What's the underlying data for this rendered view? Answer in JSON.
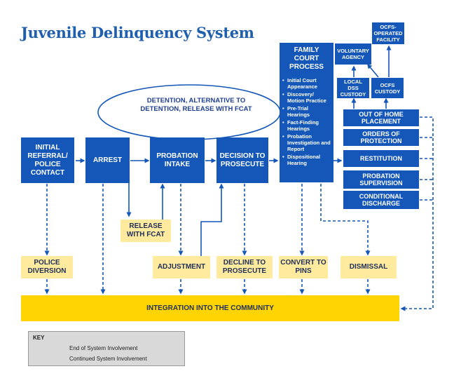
{
  "title": "Juvenile Delinquency System",
  "nodes": {
    "initial_referral": "INITIAL REFERRAL/ POLICE CONTACT",
    "arrest": "ARREST",
    "probation_intake": "PROBATION INTAKE",
    "decision": "DECISION TO PROSECUTE",
    "family_court_title": "FAMILY COURT PROCESS",
    "family_court_steps": [
      "Initial Court Appearance",
      "Discovery/ Motion Practice",
      "Pre-Trial Hearings",
      "Fact-Finding Hearings",
      "Probation Investigation and Report",
      "Dispositional Hearing"
    ],
    "voluntary_agency": "VOLUNTARY AGENCY",
    "ocfs_facility": "OCFS-OPERATED FACILITY",
    "local_dss": "LOCAL DSS CUSTODY",
    "ocfs_custody": "OCFS CUSTODY",
    "out_of_home": "OUT OF HOME PLACEMENT",
    "orders": "ORDERS OF PROTECTION",
    "restitution": "RESTITUTION",
    "probation_supervision": "PROBATION SUPERVISION",
    "conditional_discharge": "CONDITIONAL DISCHARGE",
    "oval": "DETENTION, ALTERNATIVE TO DETENTION, RELEASE WITH FCAT",
    "release_fcat": "RELEASE WITH FCAT",
    "police_diversion": "POLICE DIVERSION",
    "adjustment": "ADJUSTMENT",
    "decline": "DECLINE TO PROSECUTE",
    "convert": "CONVERT TO PINS",
    "dismissal": "DISMISSAL",
    "integration": "INTEGRATION INTO THE COMMUNITY"
  },
  "key": {
    "title": "KEY",
    "dashed": "End of System Involvement",
    "solid": "Continued System Involvement"
  },
  "colors": {
    "blue": "#1457b8",
    "yellow_light": "#ffea9e",
    "yellow": "#ffd400"
  }
}
